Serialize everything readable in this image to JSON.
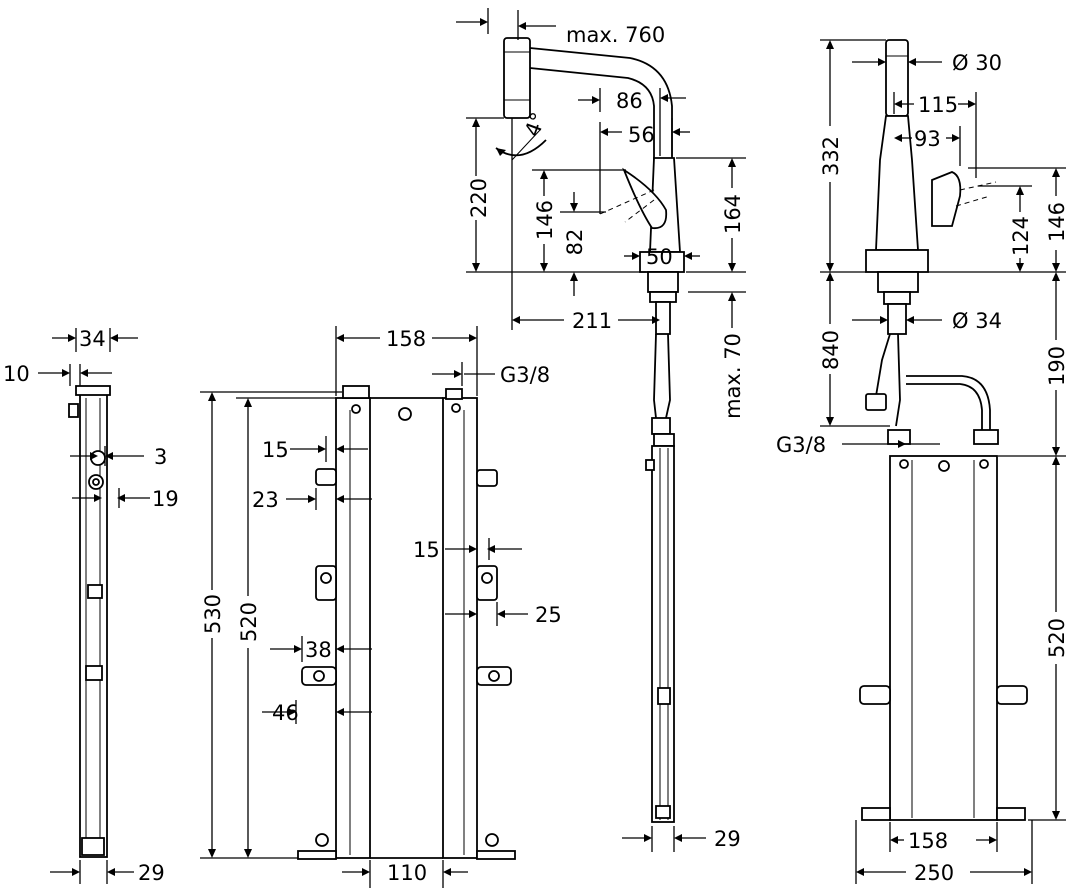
{
  "dimensions": {
    "side_view": {
      "width": "34",
      "offset": "10",
      "depth_small": "3",
      "depth_bracket": "19",
      "base": "29"
    },
    "front_view": {
      "width": "158",
      "thread": "G3/8",
      "inset_top": "15",
      "bracket_1": "23",
      "inset_right": "15",
      "bracket_right": "25",
      "bracket_2": "38",
      "bracket_3": "46",
      "height_total": "530",
      "height_inner": "520",
      "base_width": "110"
    },
    "mixer_side": {
      "reach_max": "max. 760",
      "angle": "4°",
      "spout_1": "86",
      "spout_2": "56",
      "height_spout": "220",
      "lever_height": "146",
      "lever_low": "82",
      "body_height": "164",
      "base_dia": "50",
      "reach": "211",
      "deck_max": "max. 70",
      "bottom_width": "29"
    },
    "mixer_front": {
      "dia_top": "Ø 30",
      "height_top": "332",
      "spout_a": "115",
      "spout_b": "93",
      "lever": "124",
      "lever_total": "146",
      "dia_base": "Ø 34",
      "hose_length": "840",
      "supply_height": "190",
      "thread": "G3/8",
      "box_height": "520",
      "inner_width": "158",
      "outer_width": "250"
    }
  }
}
